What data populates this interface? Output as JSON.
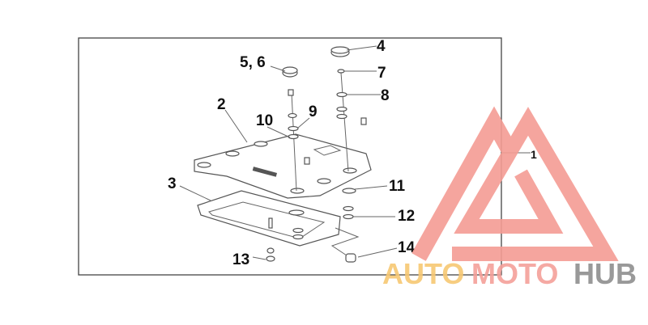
{
  "diagram": {
    "callouts": {
      "c1": "1",
      "c2": "2",
      "c3": "3",
      "c4": "4",
      "c56": "5, 6",
      "c7": "7",
      "c8": "8",
      "c9": "9",
      "c10": "10",
      "c11": "11",
      "c12": "12",
      "c13": "13",
      "c14": "14"
    }
  },
  "watermark": {
    "text_parts": [
      "AUTO",
      "MOTO",
      "HUB"
    ],
    "colors": {
      "auto": "#f7c873",
      "moto": "#f5a09a",
      "hub": "#8f8f8f",
      "emblem": "#f59c94"
    }
  }
}
